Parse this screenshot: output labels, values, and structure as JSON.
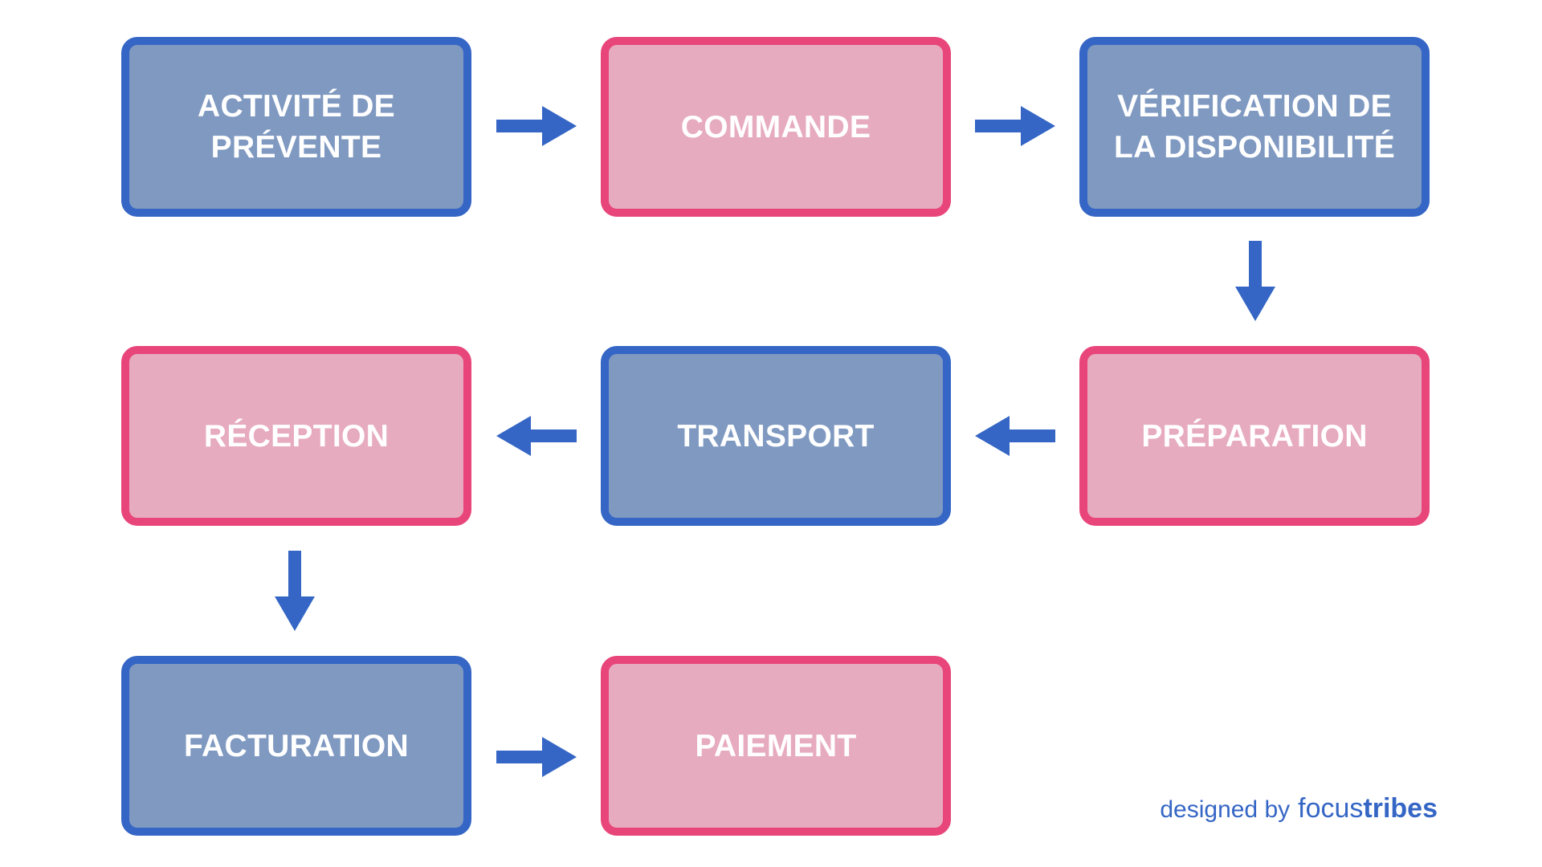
{
  "colors": {
    "blue_fill": "#7f99c1",
    "blue_border": "#3566c5",
    "pink_fill": "#e7abc0",
    "pink_border": "#e8457a",
    "arrow": "#3566c5",
    "label": "#ffffff"
  },
  "nodes": [
    {
      "id": "n1",
      "label": "ACTIVITÉ DE\nPRÉVENTE",
      "style": "blue"
    },
    {
      "id": "n2",
      "label": "COMMANDE",
      "style": "pink"
    },
    {
      "id": "n3",
      "label": "VÉRIFICATION DE\nLA DISPONIBILITÉ",
      "style": "blue"
    },
    {
      "id": "n4",
      "label": "PRÉPARATION",
      "style": "pink"
    },
    {
      "id": "n5",
      "label": "TRANSPORT",
      "style": "blue"
    },
    {
      "id": "n6",
      "label": "RÉCEPTION",
      "style": "pink"
    },
    {
      "id": "n7",
      "label": "FACTURATION",
      "style": "blue"
    },
    {
      "id": "n8",
      "label": "PAIEMENT",
      "style": "pink"
    }
  ],
  "edges": [
    {
      "from": "n1",
      "to": "n2",
      "direction": "right"
    },
    {
      "from": "n2",
      "to": "n3",
      "direction": "right"
    },
    {
      "from": "n3",
      "to": "n4",
      "direction": "down"
    },
    {
      "from": "n4",
      "to": "n5",
      "direction": "left"
    },
    {
      "from": "n5",
      "to": "n6",
      "direction": "left"
    },
    {
      "from": "n6",
      "to": "n7",
      "direction": "down"
    },
    {
      "from": "n7",
      "to": "n8",
      "direction": "right"
    }
  ],
  "credit": {
    "prefix": "designed by",
    "brand_light": "focus",
    "brand_bold": "tribes"
  }
}
